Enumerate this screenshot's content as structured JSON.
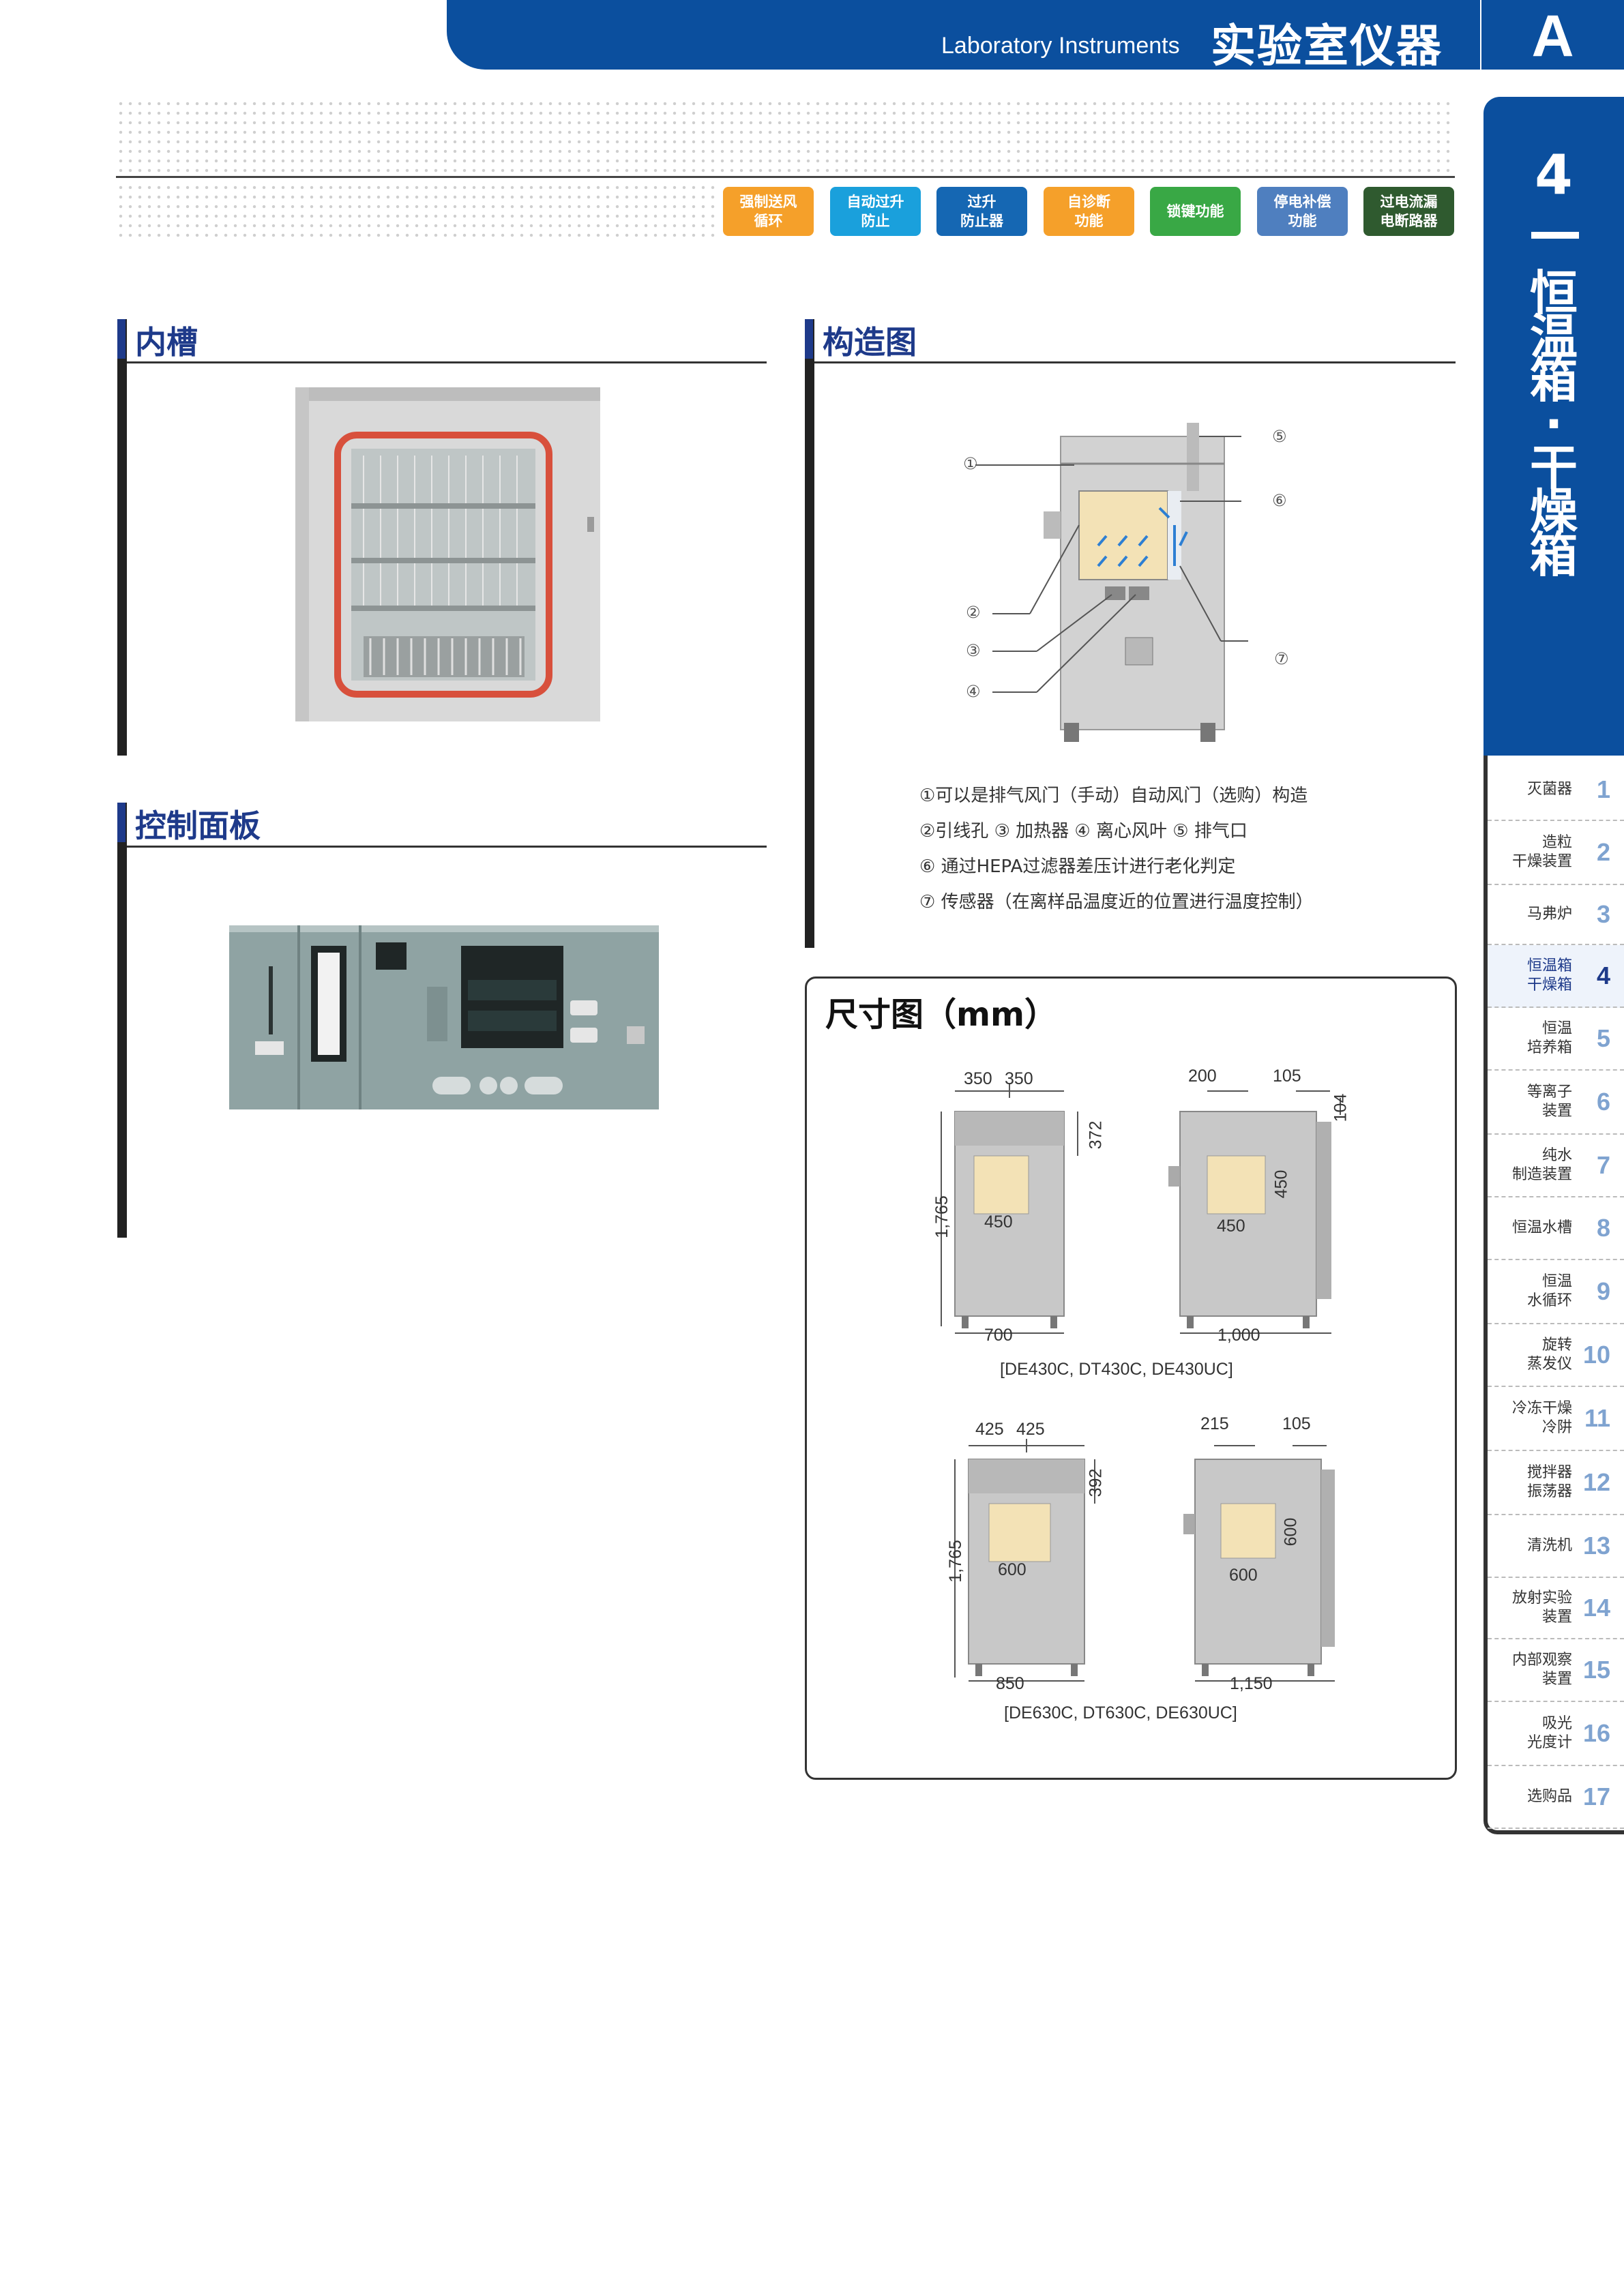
{
  "header": {
    "subtitle_en": "Laboratory Instruments",
    "title_cn": "实验室仪器",
    "section_letter": "A"
  },
  "features": [
    {
      "label": "强制送风\n循环",
      "color": "#f5a02a"
    },
    {
      "label": "自动过升\n防止",
      "color": "#1aa0dc"
    },
    {
      "label": "过升\n防止器",
      "color": "#1567b3"
    },
    {
      "label": "自诊断\n功能",
      "color": "#f5a02a"
    },
    {
      "label": "锁键功能",
      "color": "#39a845"
    },
    {
      "label": "停电补偿\n功能",
      "color": "#4f7fbf"
    },
    {
      "label": "过电流漏\n电断路器",
      "color": "#2f5a2f"
    }
  ],
  "sections": {
    "inner": {
      "title": "内槽"
    },
    "panel": {
      "title": "控制面板"
    },
    "structure": {
      "title": "构造图",
      "captions": [
        "①可以是排气风门（手动）自动风门（选购）构造",
        "②引线孔 ③ 加热器 ④ 离心风叶 ⑤ 排气口",
        "⑥ 通过HEPA过滤器差压计进行老化判定",
        "⑦ 传感器（在离样品温度近的位置进行温度控制）"
      ],
      "callouts": [
        "①",
        "②",
        "③",
        "④",
        "⑤",
        "⑥",
        "⑦"
      ]
    },
    "dimensions": {
      "title": "尺寸图（mm）",
      "top": {
        "caption": "[DE430C, DT430C, DE430UC]",
        "front": {
          "top_left": "350",
          "top_right": "350",
          "right": "372",
          "height": "1,765",
          "inner": "450",
          "width": "700"
        },
        "side": {
          "top_left": "200",
          "top_right": "105",
          "right": "104",
          "inner_h": "450",
          "inner_w": "450",
          "width": "1,000"
        }
      },
      "bottom": {
        "caption": "[DE630C, DT630C, DE630UC]",
        "front": {
          "top_left": "425",
          "top_right": "425",
          "right": "392",
          "height": "1,765",
          "inner": "600",
          "width": "850"
        },
        "side": {
          "top_left": "215",
          "top_right": "105",
          "inner_h": "600",
          "inner_w": "600",
          "width": "1,150"
        }
      }
    }
  },
  "sidebar": {
    "number": "4",
    "vertical_title": "恒温箱·干燥箱",
    "items": [
      {
        "label": "灭菌器",
        "num": "1"
      },
      {
        "label": "造粒\n干燥装置",
        "num": "2"
      },
      {
        "label": "马弗炉",
        "num": "3"
      },
      {
        "label": "恒温箱\n干燥箱",
        "num": "4",
        "active": true
      },
      {
        "label": "恒温\n培养箱",
        "num": "5"
      },
      {
        "label": "等离子\n装置",
        "num": "6"
      },
      {
        "label": "纯水\n制造装置",
        "num": "7"
      },
      {
        "label": "恒温水槽",
        "num": "8"
      },
      {
        "label": "恒温\n水循环",
        "num": "9"
      },
      {
        "label": "旋转\n蒸发仪",
        "num": "10"
      },
      {
        "label": "冷冻干燥\n冷阱",
        "num": "11"
      },
      {
        "label": "搅拌器\n振荡器",
        "num": "12"
      },
      {
        "label": "清洗机",
        "num": "13"
      },
      {
        "label": "放射实验\n装置",
        "num": "14"
      },
      {
        "label": "内部观察\n装置",
        "num": "15"
      },
      {
        "label": "吸光\n光度计",
        "num": "16"
      },
      {
        "label": "选购品",
        "num": "17"
      }
    ]
  },
  "colors": {
    "brand_blue": "#0b4f9e",
    "accent_navy": "#1e3a8a"
  }
}
